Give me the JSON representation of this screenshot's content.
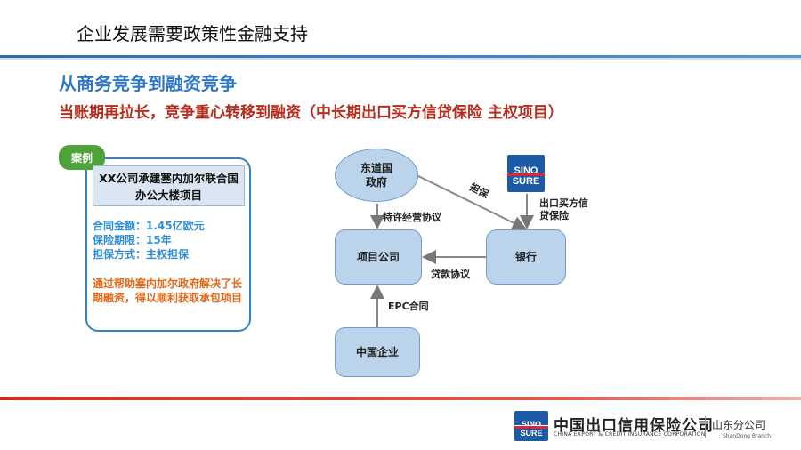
{
  "slide": {
    "title": "企业发展需要政策性金融支持",
    "subheading": "从商务竞争到融资竞争",
    "highlight": "当账期再拉长，竞争重心转移到融资（中长期出口买方信贷保险 主权项目）"
  },
  "case_card": {
    "tab_label": "案例",
    "title": "XX公司承建塞内加尔联合国办公大楼项目",
    "facts": [
      "合同金额：1.45亿欧元",
      "保险期限：15年",
      "担保方式：主权担保"
    ],
    "note": "通过帮助塞内加尔政府解决了长期融资，得以顺利获取承包项目"
  },
  "diagram": {
    "nodes": {
      "government": "东道国政府",
      "project_company": "项目公司",
      "bank": "银行",
      "chinese_enterprise": "中国企业"
    },
    "edges": {
      "concession": "特许经营协议",
      "guarantee": "担保",
      "credit_insurance": "出口买方信贷保险",
      "loan": "贷款协议",
      "epc": "EPC合同"
    },
    "logo_text": [
      "SINO",
      "SURE"
    ]
  },
  "footer": {
    "company_cn": "中国出口信用保险公司",
    "company_en": "CHINA EXPORT & CREDIT INSURANCE CORPORATION",
    "branch_cn": "山东分公司",
    "branch_en": "ShanDong Branch"
  },
  "colors": {
    "accent_blue": "#2f77c6",
    "highlight_red": "#b72d1d",
    "case_green": "#4ea33a",
    "node_fill": "#bcd3ec"
  }
}
